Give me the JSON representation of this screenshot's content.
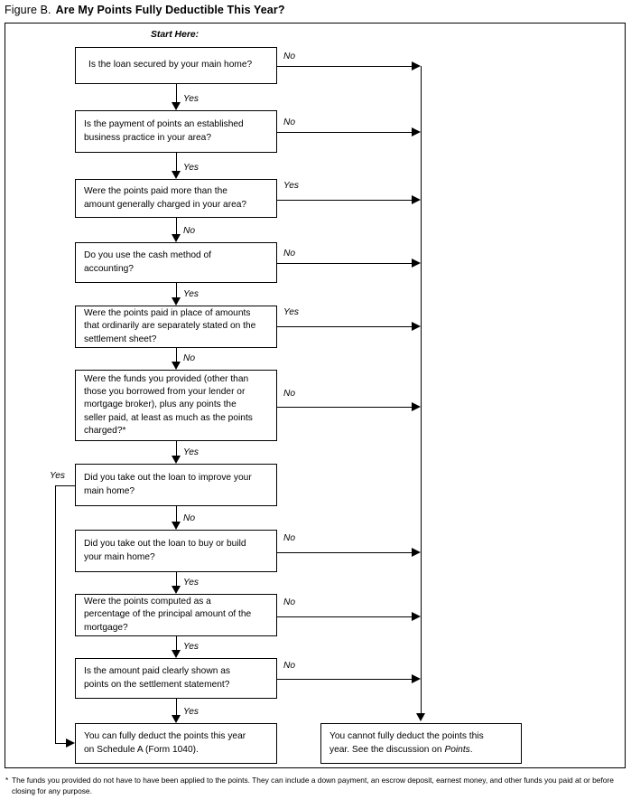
{
  "figure": {
    "label": "Figure B.",
    "heading": "Are My Points Fully Deductible This Year?"
  },
  "start_label": "Start Here:",
  "nodes": [
    {
      "id": "q1",
      "text": "Is the loan secured by your main home?"
    },
    {
      "id": "q2",
      "text": "Is the payment of points an established\nbusiness practice in your area?"
    },
    {
      "id": "q3",
      "text": "Were the points paid more than the\namount generally charged in your area?"
    },
    {
      "id": "q4",
      "text": "Do you use the cash method of\naccounting?"
    },
    {
      "id": "q5",
      "text": "Were the points paid in place of amounts\nthat ordinarily are separately stated on the\nsettlement sheet?"
    },
    {
      "id": "q6",
      "text": "Were the funds you provided (other than\nthose you borrowed from your lender or\nmortgage broker), plus any points the\nseller paid, at least as much as the points\ncharged?*"
    },
    {
      "id": "q7",
      "text": "Did you take out the loan to improve your\nmain home?"
    },
    {
      "id": "q8",
      "text": "Did you take out the loan to buy or build\nyour main home?"
    },
    {
      "id": "q9",
      "text": "Were the points computed as a\npercentage of the principal amount of the\nmortgage?"
    },
    {
      "id": "q10",
      "text": "Is the amount paid clearly shown as\npoints on the settlement statement?"
    },
    {
      "id": "result_yes",
      "text": "You can fully deduct the points this year\non Schedule A (Form 1040)."
    }
  ],
  "result_no": {
    "line1": "You cannot fully deduct the points this",
    "line2_pre": "year. See the discussion on ",
    "line2_ital": "Points",
    "line2_post": "."
  },
  "edge_labels": {
    "q1_down": "Yes",
    "q1_right": "No",
    "q2_down": "Yes",
    "q2_right": "No",
    "q3_down": "No",
    "q3_right": "Yes",
    "q4_down": "Yes",
    "q4_right": "No",
    "q5_down": "No",
    "q5_right": "Yes",
    "q6_down": "Yes",
    "q6_right": "No",
    "q7_down": "No",
    "q7_left": "Yes",
    "q8_down": "Yes",
    "q8_right": "No",
    "q9_down": "Yes",
    "q9_right": "No",
    "q10_down": "Yes",
    "q10_right": "No"
  },
  "footnote": {
    "marker": "*",
    "text": "The funds you provided do not have to have been applied to the points. They can include a down payment, an escrow deposit, earnest money, and other funds you paid at or before closing for any purpose."
  },
  "colors": {
    "ink": "#000000",
    "paper": "#ffffff"
  }
}
